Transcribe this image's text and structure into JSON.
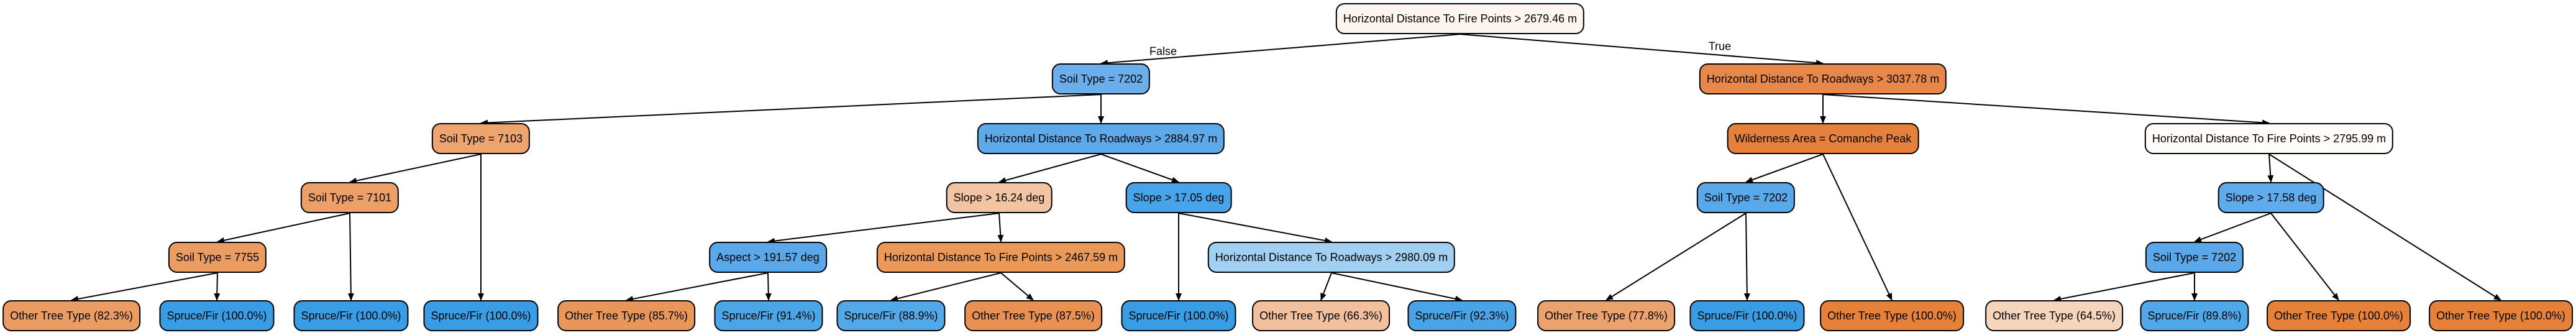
{
  "tree": {
    "branch_labels": {
      "false": "False",
      "true": "True"
    },
    "nodes": {
      "root": {
        "label": "Horizontal Distance To Fire Points > 2679.46 m",
        "color": "#fdf5ef"
      },
      "f1": {
        "label": "Soil Type = 7202",
        "color": "#6aaeeb"
      },
      "t1": {
        "label": "Horizontal Distance To Roadways > 3037.78 m",
        "color": "#e8874a"
      },
      "f2a": {
        "label": "Soil Type = 7103",
        "color": "#eda46f"
      },
      "f2b": {
        "label": "Horizontal Distance To Roadways > 2884.97 m",
        "color": "#5da9ea"
      },
      "t2a": {
        "label": "Wilderness Area = Comanche Peak",
        "color": "#e5813c"
      },
      "t2b": {
        "label": "Horizontal Distance To Fire Points > 2795.99 m",
        "color": "#fffcfa"
      },
      "f3a": {
        "label": "Soil Type = 7101",
        "color": "#ec9f67"
      },
      "f3b": {
        "label": "Slope > 16.24 deg",
        "color": "#f3c4a1"
      },
      "f3c": {
        "label": "Slope > 17.05 deg",
        "color": "#48a4e8"
      },
      "t3a": {
        "label": "Soil Type = 7202",
        "color": "#59a8ea"
      },
      "t3b": {
        "label": "Slope > 17.58 deg",
        "color": "#60abeb"
      },
      "f4a": {
        "label": "Soil Type = 7755",
        "color": "#eb9c62"
      },
      "f4b": {
        "label": "Aspect > 191.57 deg",
        "color": "#5aa8ea"
      },
      "f4c": {
        "label": "Horizontal Distance To Fire Points > 2467.59 m",
        "color": "#ea9959"
      },
      "f4d": {
        "label": "Horizontal Distance To Roadways > 2980.09 m",
        "color": "#a2d0f3"
      },
      "t4a": {
        "label": "Soil Type = 7202",
        "color": "#5aa8ea"
      },
      "l1": {
        "label": "Other Tree Type (82.3%)",
        "color": "#eb9c63"
      },
      "l2": {
        "label": "Spruce/Fir (100.0%)",
        "color": "#399de5"
      },
      "l3": {
        "label": "Spruce/Fir (100.0%)",
        "color": "#399de5"
      },
      "l4": {
        "label": "Spruce/Fir (100.0%)",
        "color": "#399de5"
      },
      "l5": {
        "label": "Other Tree Type (85.7%)",
        "color": "#e9965a"
      },
      "l6": {
        "label": "Spruce/Fir (91.4%)",
        "color": "#4ba6e7"
      },
      "l7": {
        "label": "Spruce/Fir (88.9%)",
        "color": "#52a9e8"
      },
      "l8": {
        "label": "Other Tree Type (87.5%)",
        "color": "#e89152"
      },
      "l9": {
        "label": "Spruce/Fir (100.0%)",
        "color": "#399de5"
      },
      "l10": {
        "label": "Other Tree Type (66.3%)",
        "color": "#f2c09c"
      },
      "l11": {
        "label": "Spruce/Fir (92.3%)",
        "color": "#48a4e7"
      },
      "l12": {
        "label": "Other Tree Type (77.8%)",
        "color": "#eca26d"
      },
      "l13": {
        "label": "Spruce/Fir (100.0%)",
        "color": "#399de5"
      },
      "l14": {
        "label": "Other Tree Type (100.0%)",
        "color": "#e58139"
      },
      "l15": {
        "label": "Other Tree Type (64.5%)",
        "color": "#f6d5bd"
      },
      "l16": {
        "label": "Spruce/Fir (89.8%)",
        "color": "#4fa8e8"
      },
      "l17": {
        "label": "Other Tree Type (100.0%)",
        "color": "#e58139"
      },
      "l18": {
        "label": "Other Tree Type (100.0%)",
        "color": "#e58139"
      }
    }
  }
}
